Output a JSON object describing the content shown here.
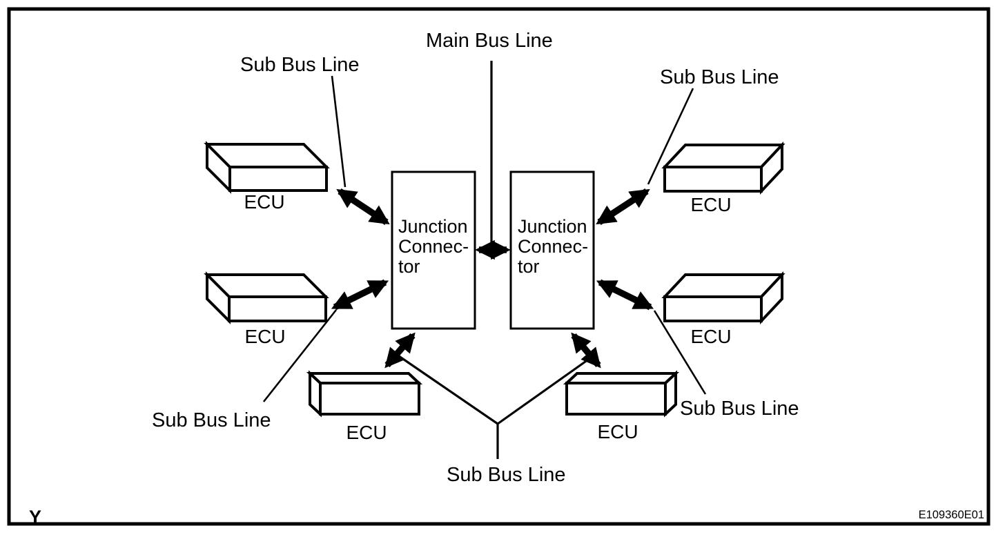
{
  "diagram": {
    "figure_code": "E109360E01",
    "corner_mark": "Y",
    "main_bus_label": "Main Bus Line",
    "sub_bus_labels": [
      {
        "position": "top-left",
        "text": "Sub Bus Line"
      },
      {
        "position": "top-right",
        "text": "Sub Bus Line"
      },
      {
        "position": "mid-left",
        "text": "Sub Bus Line"
      },
      {
        "position": "mid-right",
        "text": "Sub Bus Line"
      },
      {
        "position": "bottom-center",
        "text": "Sub Bus Line"
      }
    ],
    "junction_connectors": [
      {
        "position": "left",
        "lines": [
          "Junction",
          "Connec-",
          "tor"
        ]
      },
      {
        "position": "right",
        "lines": [
          "Junction",
          "Connec-",
          "tor"
        ]
      }
    ],
    "ecus": [
      {
        "position": "top-left",
        "label": "ECU"
      },
      {
        "position": "mid-left",
        "label": "ECU"
      },
      {
        "position": "top-right",
        "label": "ECU"
      },
      {
        "position": "mid-right",
        "label": "ECU"
      },
      {
        "position": "bottom-left",
        "label": "ECU"
      },
      {
        "position": "bottom-right",
        "label": "ECU"
      }
    ],
    "colors": {
      "stroke": "#000000",
      "background": "#ffffff"
    }
  }
}
